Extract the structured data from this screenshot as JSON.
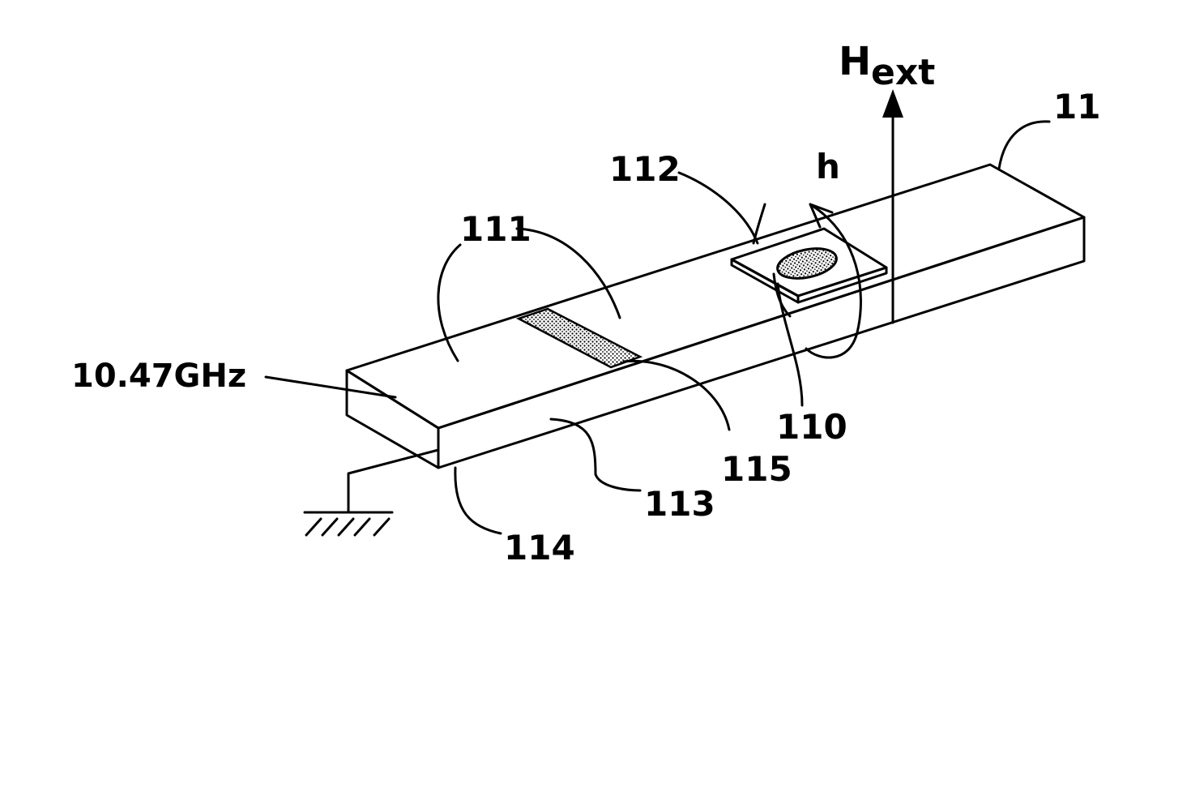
{
  "labels": {
    "field_main": "H",
    "field_sub": "ext",
    "substrate": "11",
    "pad": "112",
    "rf_field": "h",
    "strip": "111",
    "frequency": "10.47GHz",
    "gap": "115",
    "dot": "110",
    "side_face": "113",
    "ground_plane": "114"
  },
  "colors": {
    "line": "#000000",
    "background": "#ffffff",
    "hatch": "#000000"
  }
}
